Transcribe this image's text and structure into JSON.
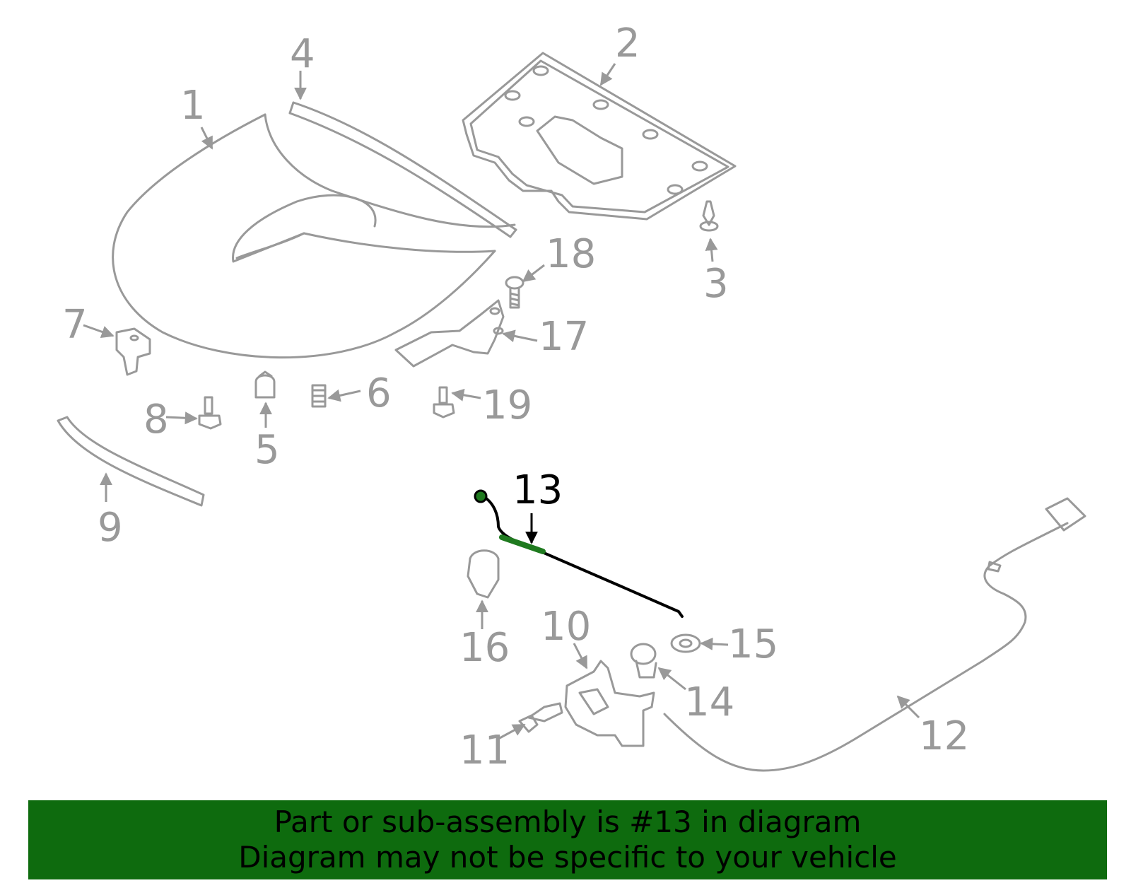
{
  "colors": {
    "banner_bg": "#0e6b0e",
    "highlight": "#1f7a1f",
    "part_stroke": "#999999"
  },
  "callouts": [
    "1",
    "2",
    "3",
    "4",
    "5",
    "6",
    "7",
    "8",
    "9",
    "10",
    "11",
    "12",
    "13",
    "14",
    "15",
    "16",
    "17",
    "18",
    "19"
  ],
  "highlighted_part": "13",
  "banner": {
    "line1": "Part or sub-assembly is #13 in diagram",
    "line2": "Diagram may not be specific to your vehicle"
  }
}
